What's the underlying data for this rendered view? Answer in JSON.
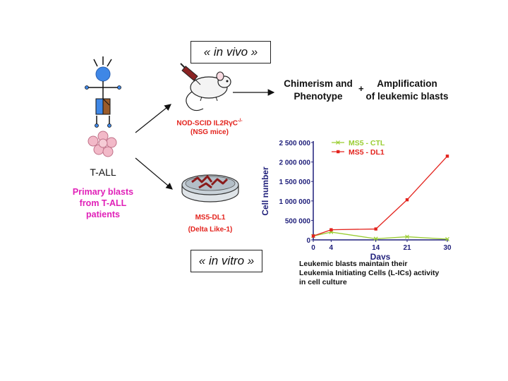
{
  "in_vivo_label": "« in vivo »",
  "in_vitro_label": "« in vitro »",
  "tall_label": "T-ALL",
  "primary_blasts": [
    "Primary blasts",
    "from T-ALL",
    "patients"
  ],
  "mouse_label": "NOD-SCID IL2RγC",
  "mouse_label_sup": "-/-",
  "mouse_sublabel": "(NSG mice)",
  "dish_label": "MS5-DL1",
  "dish_sublabel": "(Delta Like-1)",
  "outcome_left": [
    "Chimerism and",
    "Phenotype"
  ],
  "plus_sign": "+",
  "outcome_right": [
    "Amplification",
    "of leukemic blasts"
  ],
  "caption": [
    "Leukemic blasts maintain their",
    "Leukemia Initiating Cells (L-ICs) activity",
    "in cell culture"
  ],
  "colors": {
    "red": "#e3231d",
    "magenta": "#e020b8",
    "navy": "#1f1f7a",
    "olive": "#9acd32",
    "figure_blue": "#3f87e6",
    "figure_brown": "#9a5b2a"
  },
  "chart_data": {
    "type": "line",
    "ylabel": "Cell number",
    "xlabel": "Days",
    "x": [
      0,
      4,
      14,
      21,
      30
    ],
    "x_ticks": [
      "0",
      "4",
      "14",
      "21",
      "30"
    ],
    "y_ticks": [
      "0",
      "500 000",
      "1 000 000",
      "1 500 000",
      "2 000 000",
      "2 500 000"
    ],
    "ylim": [
      0,
      2500000
    ],
    "xlim": [
      0,
      30
    ],
    "series": [
      {
        "name": "MS5  -  CTL",
        "color": "#9acd32",
        "marker": "x",
        "values": [
          100000,
          200000,
          30000,
          80000,
          20000
        ]
      },
      {
        "name": "MS5  -  DL1",
        "color": "#e3231d",
        "marker": "square",
        "values": [
          100000,
          260000,
          280000,
          1030000,
          2150000
        ]
      }
    ],
    "legend": "top-left"
  }
}
